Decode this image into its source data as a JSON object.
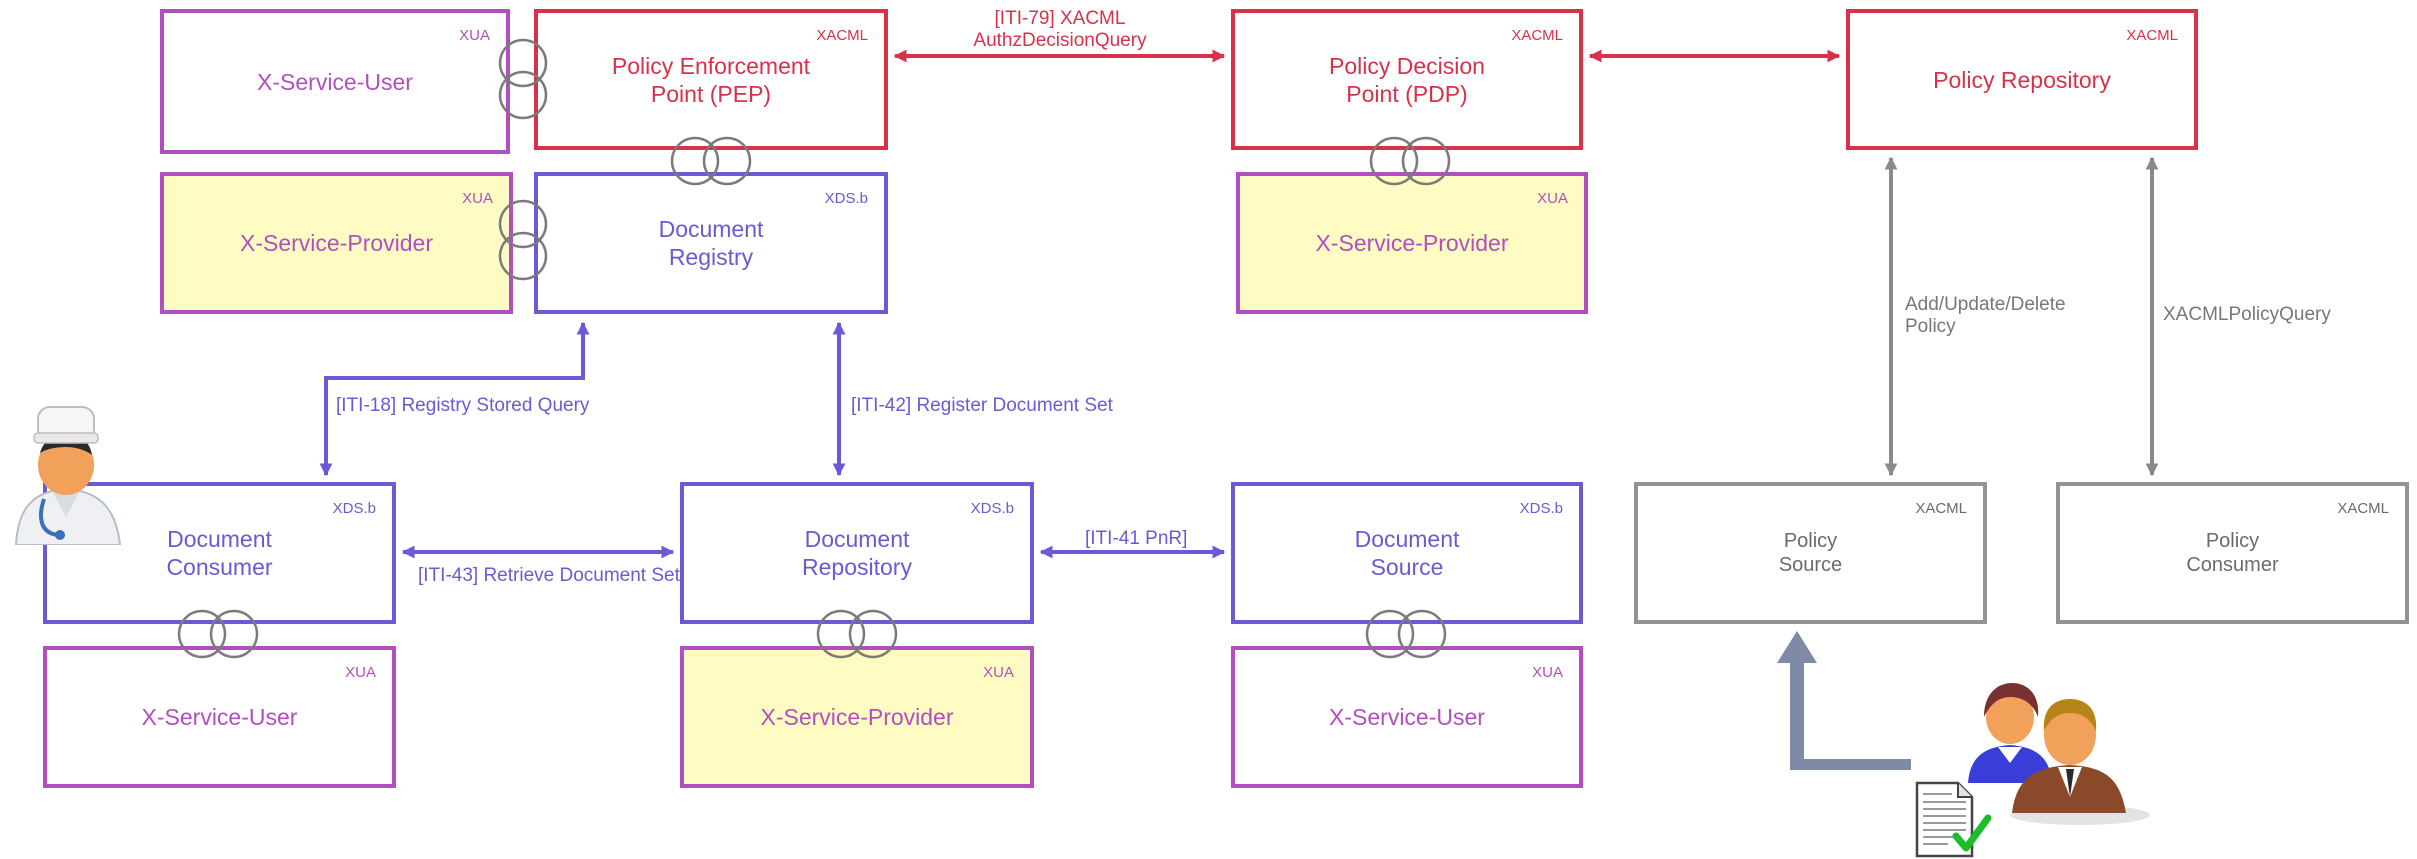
{
  "boxes": {
    "xsu_top": {
      "title": "X-Service-User",
      "tag": "XUA"
    },
    "pep": {
      "title": "Policy Enforcement\nPoint (PEP)",
      "tag": "XACML"
    },
    "pdp": {
      "title": "Policy Decision\nPoint (PDP)",
      "tag": "XACML"
    },
    "policy_repo": {
      "title": "Policy Repository",
      "tag": "XACML"
    },
    "xsp_left": {
      "title": "X-Service-Provider",
      "tag": "XUA"
    },
    "doc_registry": {
      "title": "Document\nRegistry",
      "tag": "XDS.b"
    },
    "xsp_pdp": {
      "title": "X-Service-Provider",
      "tag": "XUA"
    },
    "doc_consumer": {
      "title": "Document\nConsumer",
      "tag": "XDS.b"
    },
    "doc_repository": {
      "title": "Document\nRepository",
      "tag": "XDS.b"
    },
    "doc_source": {
      "title": "Document\nSource",
      "tag": "XDS.b"
    },
    "policy_source": {
      "title": "Policy\nSource",
      "tag": "XACML"
    },
    "policy_consumer": {
      "title": "Policy\nConsumer",
      "tag": "XACML"
    },
    "xsu_consumer": {
      "title": "X-Service-User",
      "tag": "XUA"
    },
    "xsp_repository": {
      "title": "X-Service-Provider",
      "tag": "XUA"
    },
    "xsu_source": {
      "title": "X-Service-User",
      "tag": "XUA"
    }
  },
  "labels": {
    "iti79": "[ITI-79] XACML\nAuthzDecisionQuery",
    "iti18": "[ITI-18] Registry Stored Query",
    "iti42": "[ITI-42] Register Document Set",
    "iti43": "[ITI-43] Retrieve Document Set",
    "iti41": "[ITI-41 PnR]",
    "add_update_delete": "Add/Update/Delete\nPolicy",
    "xacml_policy_query": "XACMLPolicyQuery"
  },
  "icons": [
    "doctor-icon",
    "users-icon",
    "document-icon",
    "up-arrow-icon"
  ],
  "colors": {
    "purple": "#b24fbe",
    "red": "#d7324a",
    "blue": "#6c59d6",
    "gray": "#939393",
    "yellow": "#fefcc3"
  }
}
